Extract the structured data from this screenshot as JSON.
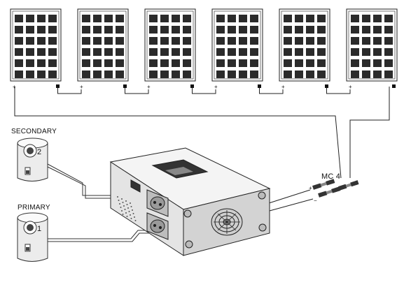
{
  "labels": {
    "secondary": "SECONDARY",
    "primary": "PRIMARY",
    "mc4": "MC 4"
  },
  "tanks": [
    {
      "name": "secondary-boiler",
      "number": "2"
    },
    {
      "name": "primary-boiler",
      "number": "1"
    }
  ],
  "panels": [
    {
      "id": "panel-1",
      "pos": "+",
      "neg": "−"
    },
    {
      "id": "panel-2",
      "pos": "+",
      "neg": "−"
    },
    {
      "id": "panel-3",
      "pos": "+",
      "neg": "−"
    },
    {
      "id": "panel-4",
      "pos": "+",
      "neg": "−"
    },
    {
      "id": "panel-5",
      "pos": "+",
      "neg": "−"
    },
    {
      "id": "panel-6",
      "pos": "+",
      "neg": "−"
    }
  ],
  "connector_polarity": {
    "plus": "+",
    "minus": "−"
  },
  "colors": {
    "line": "#222222",
    "cell": "#2b2b2b",
    "panel_bg": "#ffffff",
    "device_side": "#d9d9d9",
    "device_top": "#f2f2f2"
  }
}
